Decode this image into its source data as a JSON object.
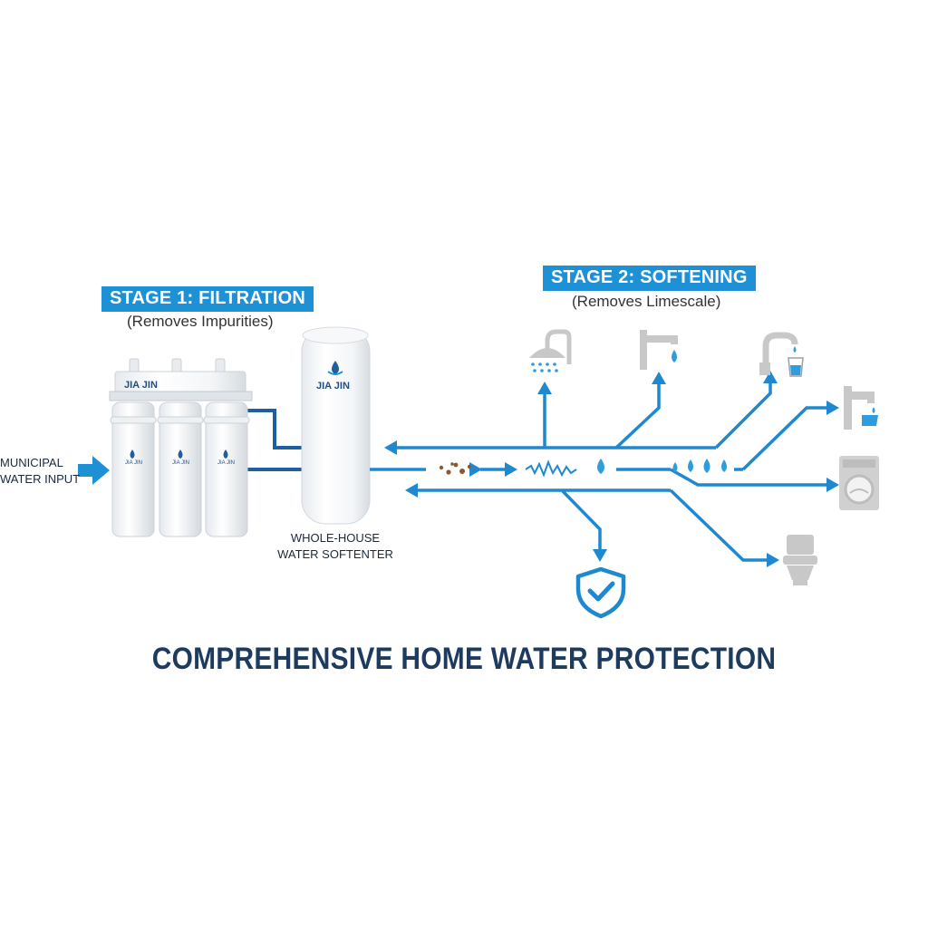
{
  "stage1": {
    "label": "STAGE 1: FILTRATION",
    "sub": "(Removes Impurities)"
  },
  "stage2": {
    "label": "STAGE 2: SOFTENING",
    "sub": "(Removes Limescale)"
  },
  "input": {
    "line1": "MUNICIPAL",
    "line2": "WATER INPUT"
  },
  "filter": {
    "brand": "JIA JIN",
    "cartridge_brand": "JIA JIN"
  },
  "softener": {
    "brand": "JIA JIN",
    "line1": "WHOLE-HOUSE",
    "line2": "WATER SOFTENTER"
  },
  "title": "COMPREHENSIVE HOME WATER PROTECTION",
  "colors": {
    "accent": "#1e90d6",
    "pipe": "#1e88d0",
    "dark_pipe": "#1d5fa0",
    "fixture": "#c8c8c8",
    "title": "#1d3b5e"
  },
  "icons": [
    "shower-icon",
    "faucet-icon",
    "drinking-tap-icon",
    "tap-icon",
    "washing-machine-icon",
    "toilet-icon",
    "shield-check-icon"
  ]
}
